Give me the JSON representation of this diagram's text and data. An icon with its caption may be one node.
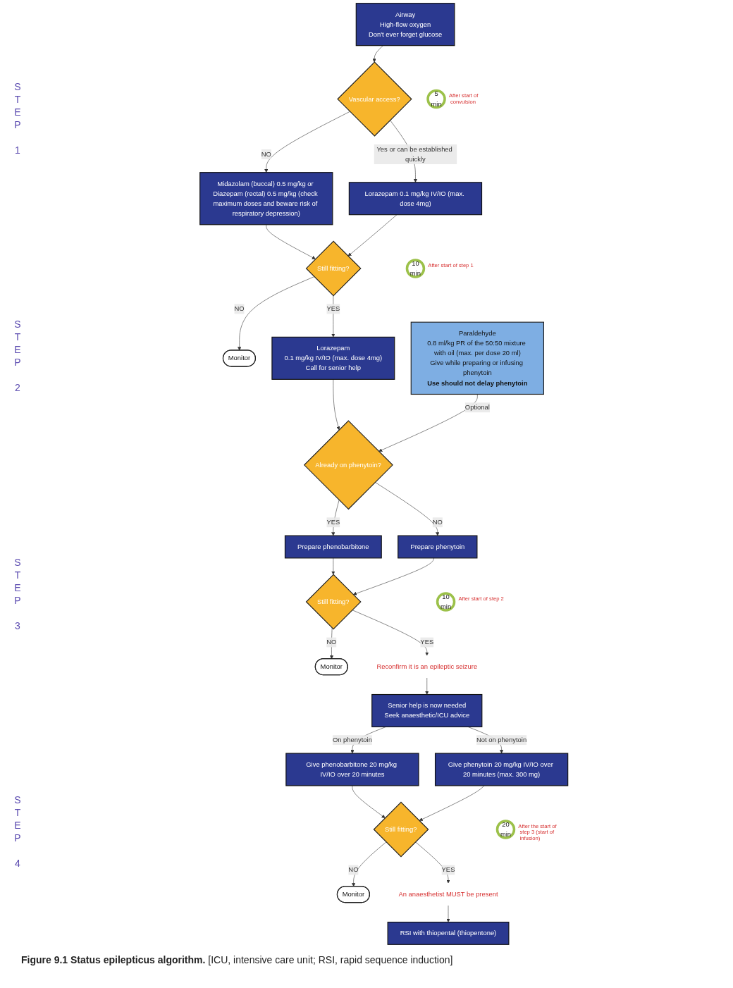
{
  "diagram": {
    "caption": "**Figure 9.1 Status epilepticus algorithm.** [ICU, intensive care unit; RSI, rapid sequence induction]",
    "nodes": [
      {
        "text": [
          "Airway",
          "High-flow oxygen",
          "Don't ever forget glucose"
        ]
      },
      {
        "text": [
          "Vascular access?"
        ]
      },
      {
        "text": [
          "Lorazepam 0.1 mg/kg IV/IO (max. dose 4mg)"
        ]
      },
      {
        "text": [
          "Midazolam (buccal) 0.5 mg/kg or Diazepam (rectal) 0.5 mg/kg (check maximum doses and beware risk of respiratory depression)"
        ]
      },
      {
        "text": [
          "Still fitting?"
        ]
      },
      {
        "text": [
          "Monitor"
        ]
      },
      {
        "text": [
          "Lorazepam",
          "0.1 mg/kg IV/IO (max. dose 4mg)",
          "Call for senior help"
        ]
      },
      {
        "text": [
          "Paraldehyde",
          "0.8 ml/kg PR of the 50:50 mixture with oil (max. per dose 20 ml)",
          "Give while preparing or infusing phenytoin",
          "Use should not delay phenytoin"
        ]
      },
      {
        "text": [
          "Already on phenytoin?"
        ]
      },
      {
        "text": [
          "Prepare phenytoin"
        ]
      },
      {
        "text": [
          "Prepare phenobarbitone"
        ]
      },
      {
        "text": [
          "Still fitting?"
        ]
      },
      {
        "text": [
          "Monitor"
        ]
      },
      {
        "text": [
          "Reconfirm it is an epileptic seizure"
        ]
      },
      {
        "text": [
          "Senior help is now needed",
          "Seek anaesthetic/ICU advice"
        ]
      },
      {
        "text": [
          "Give phenytoin 20 mg/kg IV/IO over 20 minutes (max. 300 mg)"
        ]
      },
      {
        "text": [
          "Give phenobarbitone 20 mg/kg IV/IO over 20 minutes"
        ]
      },
      {
        "text": [
          "Still fitting?"
        ]
      },
      {
        "text": [
          "Monitor"
        ]
      },
      {
        "text": [
          "An anaesthetist MUST be present"
        ]
      },
      {
        "text": [
          "RSI with thiopental (thiopentone)"
        ]
      },
      {
        "text": [
          "5",
          "min"
        ],
        "beside": [
          "After start of convulsion"
        ]
      },
      {
        "text": [
          "10",
          "min"
        ],
        "beside": [
          "After start of step 1"
        ]
      },
      {
        "text": [
          "10",
          "min"
        ],
        "beside": [
          "After start of step 2"
        ]
      },
      {
        "text": [
          "20",
          "min"
        ],
        "beside": [
          "After the start of step 3 (start of infusion)"
        ]
      }
    ],
    "edges": [
      {
        "from": 0,
        "to": 1,
        "arrow": "to"
      },
      {
        "from": 1,
        "to": 2,
        "arrow": "to",
        "label": "Yes or can be established quickly"
      },
      {
        "from": 1,
        "to": 3,
        "arrow": "to",
        "label": "NO"
      },
      {
        "from": 2,
        "to": 4,
        "arrow": "to"
      },
      {
        "from": 3,
        "to": 4,
        "arrow": "to"
      },
      {
        "from": 4,
        "to": 5,
        "arrow": "to",
        "label": "NO"
      },
      {
        "from": 4,
        "to": 6,
        "arrow": "to",
        "label": "YES"
      },
      {
        "from": 7,
        "to": 8,
        "arrow": "to",
        "label": "Optional"
      },
      {
        "from": 6,
        "to": 8,
        "arrow": "to"
      },
      {
        "from": 8,
        "to": 9,
        "arrow": "to",
        "label": "NO"
      },
      {
        "from": 8,
        "to": 10,
        "arrow": "to",
        "label": "YES"
      },
      {
        "from": 9,
        "to": 11,
        "arrow": "to"
      },
      {
        "from": 10,
        "to": 11,
        "arrow": "to"
      },
      {
        "from": 11,
        "to": 12,
        "arrow": "to",
        "label": "NO"
      },
      {
        "from": 11,
        "to": 13,
        "arrow": "to",
        "label": "YES"
      },
      {
        "from": 13,
        "to": 14,
        "arrow": "to"
      },
      {
        "from": 14,
        "to": 15,
        "arrow": "to",
        "label": "Not on phenytoin"
      },
      {
        "from": 14,
        "to": 16,
        "arrow": "to",
        "label": "On phenytoin"
      },
      {
        "from": 15,
        "to": 17,
        "arrow": "to"
      },
      {
        "from": 16,
        "to": 17,
        "arrow": "to"
      },
      {
        "from": 17,
        "to": 18,
        "arrow": "to",
        "label": "NO"
      },
      {
        "from": 17,
        "to": 19,
        "arrow": "to",
        "label": "YES"
      },
      {
        "from": 19,
        "to": 20,
        "arrow": "to"
      }
    ],
    "labels": [
      "STEP 1",
      "STEP 2",
      "STEP 3",
      "STEP 4"
    ]
  }
}
